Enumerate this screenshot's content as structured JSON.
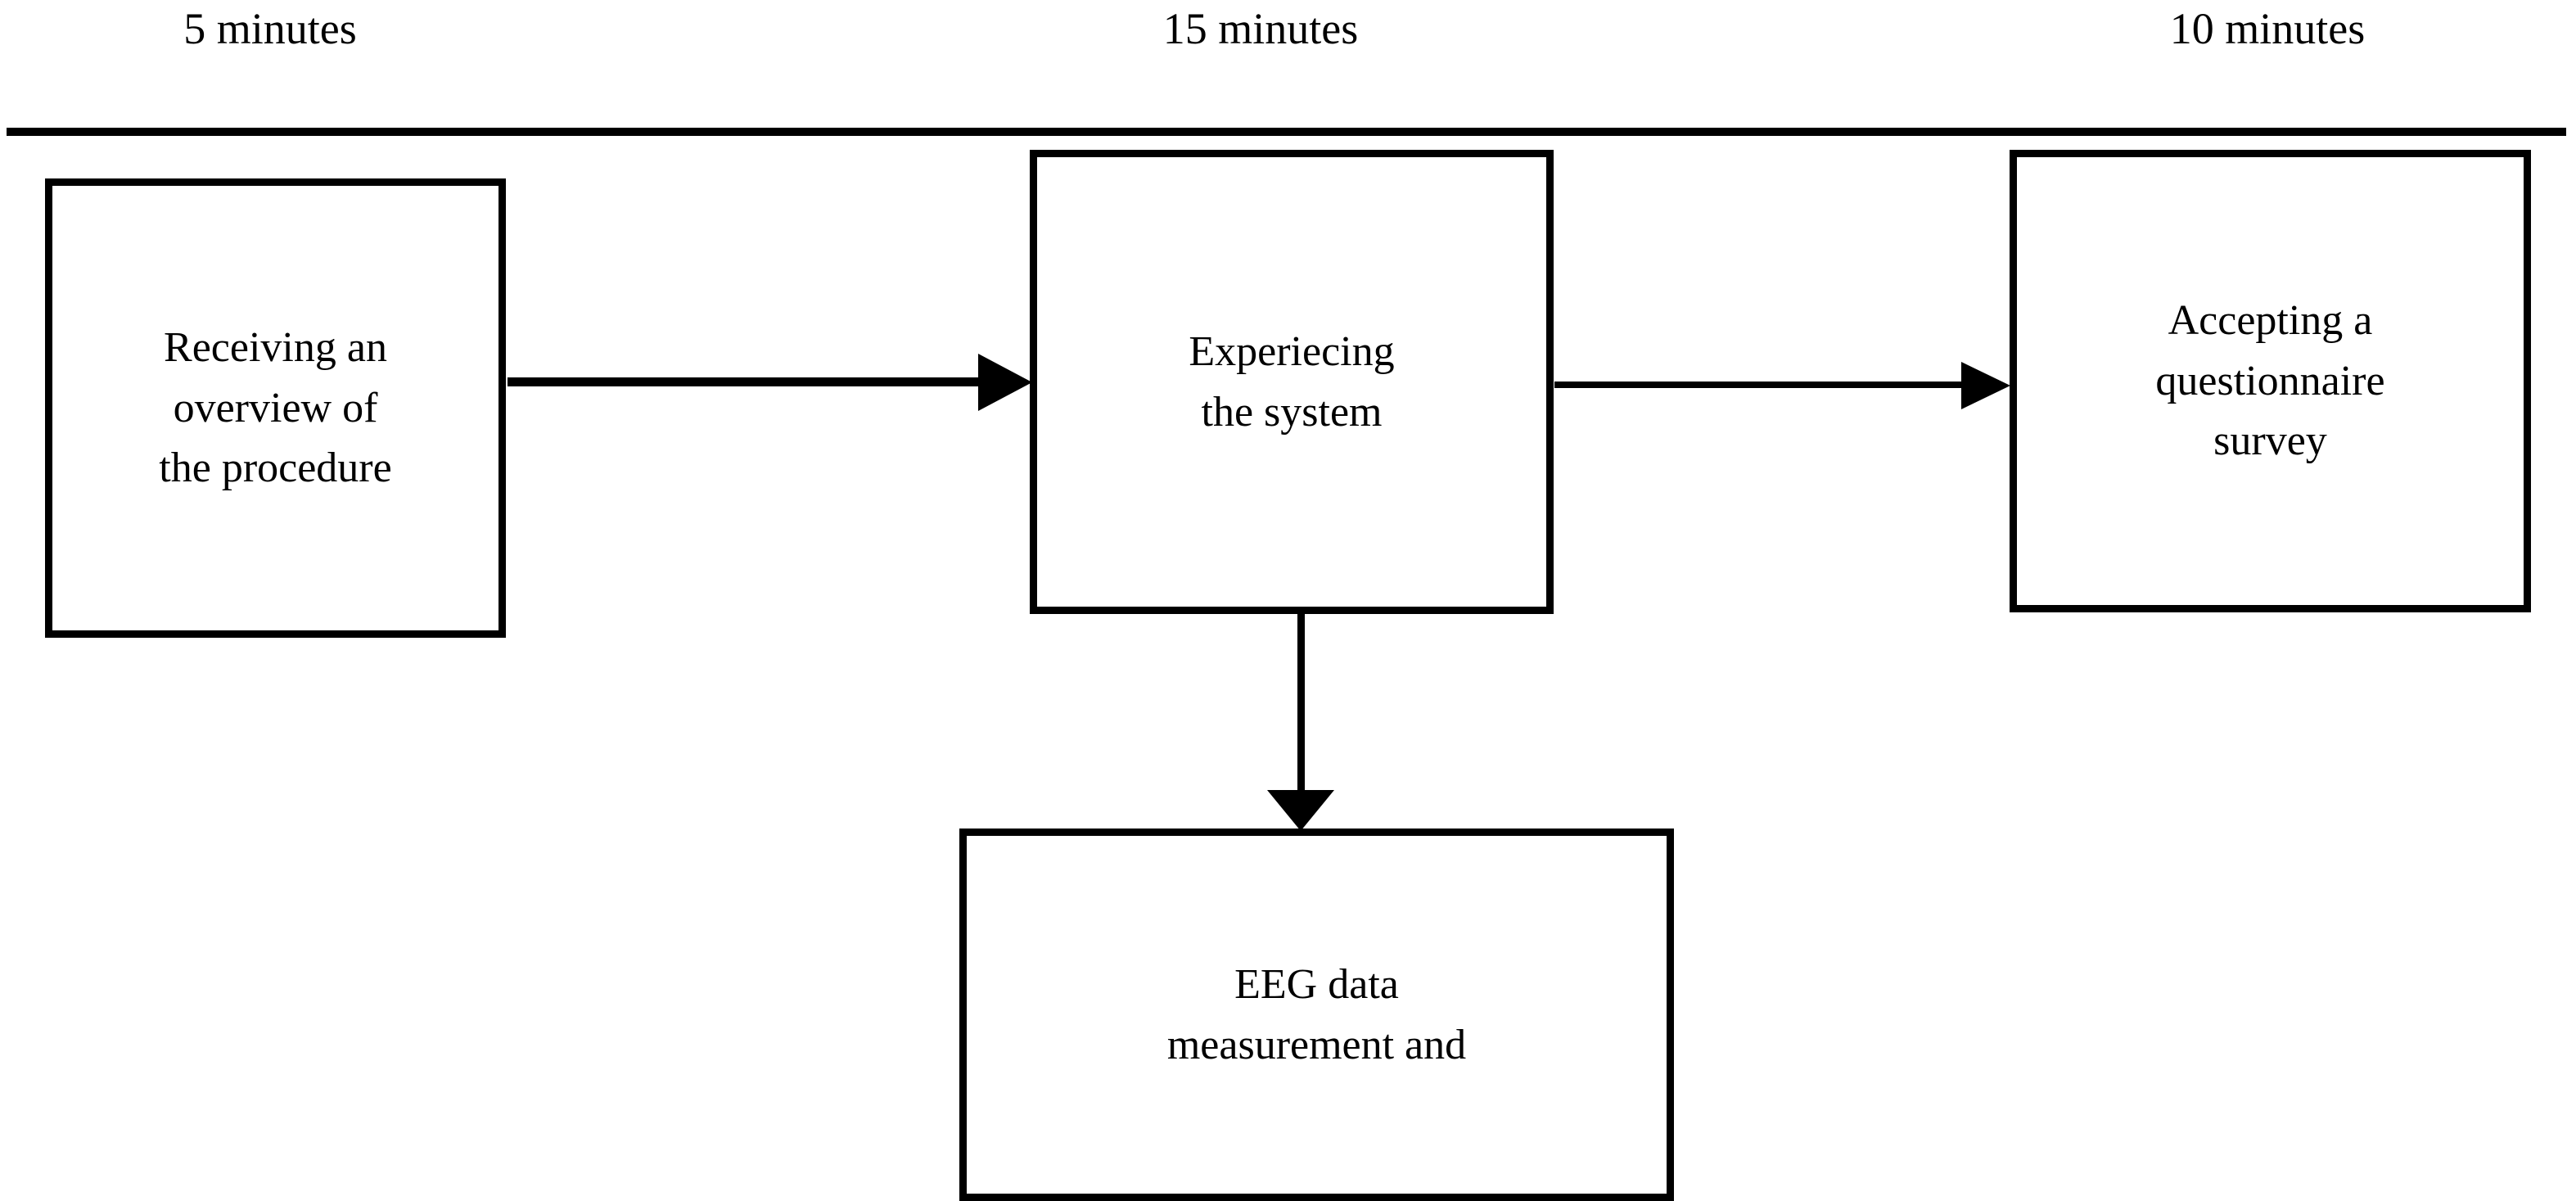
{
  "diagram": {
    "title": "Experiment procedure timeline flow diagram",
    "colors": {
      "stroke": "#000000",
      "fill": "#ffffff",
      "text": "#000000"
    },
    "timeline": {
      "rule_name": "timeline-rule",
      "labels": [
        {
          "id": "time-0",
          "text": "5 minutes"
        },
        {
          "id": "time-1",
          "text": "15 minutes"
        },
        {
          "id": "time-2",
          "text": "10 minutes"
        }
      ]
    },
    "nodes": [
      {
        "id": "overview",
        "lines": [
          "Receiving an",
          "overview of",
          "the procedure"
        ]
      },
      {
        "id": "experience",
        "lines": [
          "Experiecing",
          "the system"
        ]
      },
      {
        "id": "questionnaire",
        "lines": [
          "Accepting a",
          "questionnaire",
          "survey"
        ]
      },
      {
        "id": "eeg",
        "lines": [
          "EEG data",
          "measurement and"
        ]
      }
    ],
    "edges": [
      {
        "id": "edge-1",
        "from": "overview",
        "to": "experience",
        "direction": "right"
      },
      {
        "id": "edge-2",
        "from": "experience",
        "to": "questionnaire",
        "direction": "right"
      },
      {
        "id": "edge-3",
        "from": "experience",
        "to": "eeg",
        "direction": "down"
      }
    ]
  }
}
